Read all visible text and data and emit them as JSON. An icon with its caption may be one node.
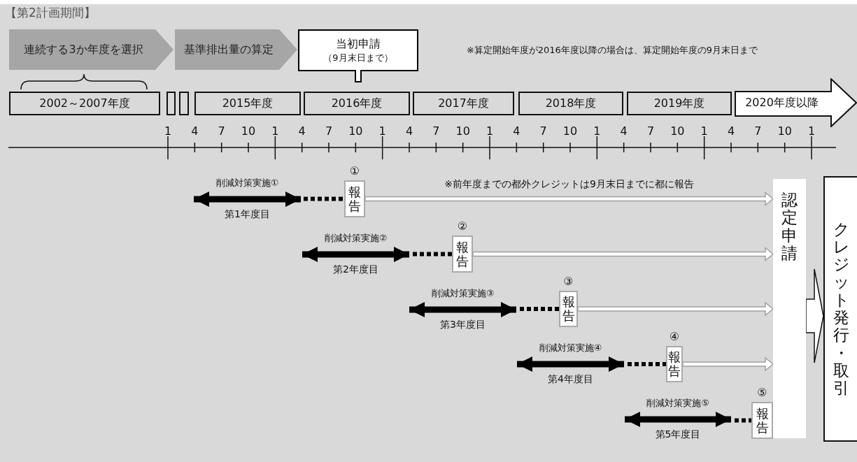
{
  "diagram": {
    "title": "【第2計画期間】",
    "nodes": [
      {
        "text": [
          "連続する3か年度を選択"
        ]
      },
      {
        "text": [
          "基準排出量の算定"
        ]
      },
      {
        "text": [
          "当初申請",
          "（9月末日まで）"
        ]
      },
      {
        "text": [
          "2002～2007年度"
        ]
      },
      {
        "text": [],
        "shape": "box"
      },
      {
        "text": [],
        "shape": "box"
      },
      {
        "text": [
          "2015年度"
        ]
      },
      {
        "text": [
          "2016年度"
        ]
      },
      {
        "text": [
          "2017年度"
        ]
      },
      {
        "text": [
          "2018年度"
        ]
      },
      {
        "text": [
          "2019年度"
        ]
      },
      {
        "text": [
          "2020年度以降"
        ]
      },
      {
        "text": [
          "報告"
        ],
        "beside": [
          "①"
        ]
      },
      {
        "text": [
          "報告"
        ],
        "beside": [
          "②"
        ]
      },
      {
        "text": [
          "報告"
        ],
        "beside": [
          "③"
        ]
      },
      {
        "text": [
          "報告"
        ],
        "beside": [
          "④"
        ]
      },
      {
        "text": [
          "報告"
        ],
        "beside": [
          "⑤"
        ]
      },
      {
        "text": [
          "認定申請"
        ]
      },
      {
        "text": [
          "クレジット発行・取引"
        ]
      }
    ],
    "edges": [
      {
        "from": 12,
        "to": 17,
        "arrow": "to",
        "label": "※前年度までの都外クレジットは9月末日までに都に報告"
      },
      {
        "from": 13,
        "to": 17,
        "arrow": "to"
      },
      {
        "from": 14,
        "to": 17,
        "arrow": "to"
      },
      {
        "from": 15,
        "to": 17,
        "arrow": "to"
      },
      {
        "from": 17,
        "to": 18,
        "arrow": "to",
        "style": "thick"
      },
      {
        "from": null,
        "to": 12,
        "arrow": "none",
        "style": "dashed"
      },
      {
        "from": null,
        "to": 13,
        "arrow": "none",
        "style": "dashed"
      },
      {
        "from": null,
        "to": 14,
        "arrow": "none",
        "style": "dashed"
      },
      {
        "from": null,
        "to": 15,
        "arrow": "none",
        "style": "dashed"
      },
      {
        "from": null,
        "to": 16,
        "arrow": "none",
        "style": "dashed"
      }
    ],
    "labels": [
      "※算定開始年度が2016年度以降の場合は、算定開始年度の9月末日まで",
      "1",
      "4",
      "7",
      "10",
      "1",
      "4",
      "7",
      "10",
      "1",
      "4",
      "7",
      "10",
      "1",
      "4",
      "7",
      "10",
      "1",
      "4",
      "7",
      "10",
      "1",
      "4",
      "7",
      "10",
      "1",
      "削減対策実施①",
      "第1年度目",
      "削減対策実施②",
      "第2年度目",
      "削減対策実施③",
      "第3年度目",
      "削減対策実施④",
      "第4年度目",
      "削減対策実施⑤",
      "第5年度目"
    ]
  }
}
